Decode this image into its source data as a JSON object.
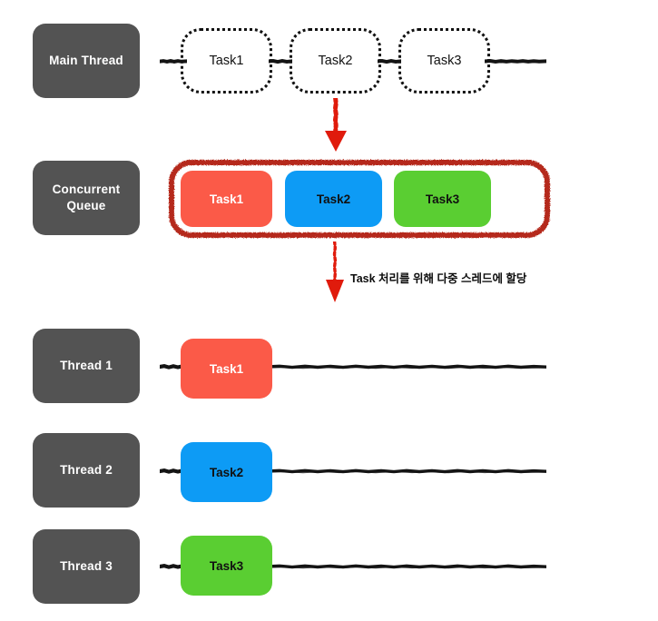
{
  "diagram": {
    "title_hidden": "",
    "background_color": "#ffffff",
    "label_box_color": "#535353",
    "label_text_color": "#ffffff",
    "queue_border_color": "#b5291c",
    "arrow_color": "#e01b0c",
    "line_color": "#141414",
    "dotted_border_color": "#111111"
  },
  "rows": {
    "main_thread": {
      "label": "Main Thread",
      "tasks": [
        {
          "label": "Task1",
          "style": "dotted"
        },
        {
          "label": "Task2",
          "style": "dotted"
        },
        {
          "label": "Task3",
          "style": "dotted"
        }
      ]
    },
    "concurrent_queue": {
      "label": "Concurrent\nQueue",
      "label_line1": "Concurrent",
      "label_line2": "Queue",
      "tasks": [
        {
          "label": "Task1",
          "color": "#fb5a48",
          "text_color": "#ffffff"
        },
        {
          "label": "Task2",
          "color": "#0d9bf5",
          "text_color": "#111111"
        },
        {
          "label": "Task3",
          "color": "#5ace32",
          "text_color": "#111111"
        }
      ]
    },
    "threads": [
      {
        "label": "Thread 1",
        "task": {
          "label": "Task1",
          "color": "#fb5a48",
          "text_color": "#ffffff"
        }
      },
      {
        "label": "Thread 2",
        "task": {
          "label": "Task2",
          "color": "#0d9bf5",
          "text_color": "#111111"
        }
      },
      {
        "label": "Thread 3",
        "task": {
          "label": "Task3",
          "color": "#5ace32",
          "text_color": "#111111"
        }
      }
    ]
  },
  "annotations": {
    "dispatch_note": "Task 처리를 위해 다중 스레드에 할당"
  }
}
